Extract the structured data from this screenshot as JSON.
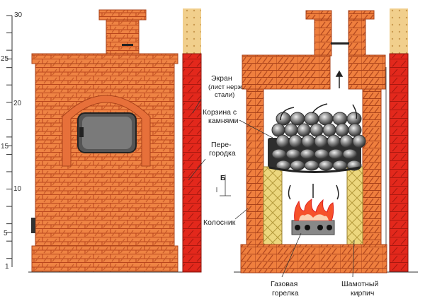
{
  "scale": {
    "ticks": [
      "30",
      "25",
      "20",
      "15",
      "10",
      "5",
      "1"
    ]
  },
  "labels": {
    "screen_1": "Экран",
    "screen_2": "(лист нерж.",
    "screen_3": "стали)",
    "basket_1": "Корзина с",
    "basket_2": "камнями",
    "partition_1": "Пере-",
    "partition_2": "городка",
    "section_mark": "Б",
    "grate": "Колосник",
    "burner_1": "Газовая",
    "burner_2": "горелка",
    "chamotte_1": "Шамотный",
    "chamotte_2": "кирпич"
  },
  "colors": {
    "brick": "#ee7a3c",
    "brick_dark": "#b8451c",
    "shield": "#e0261c",
    "chamotte": "#e8d27a",
    "stones": "#6b6b6b"
  }
}
